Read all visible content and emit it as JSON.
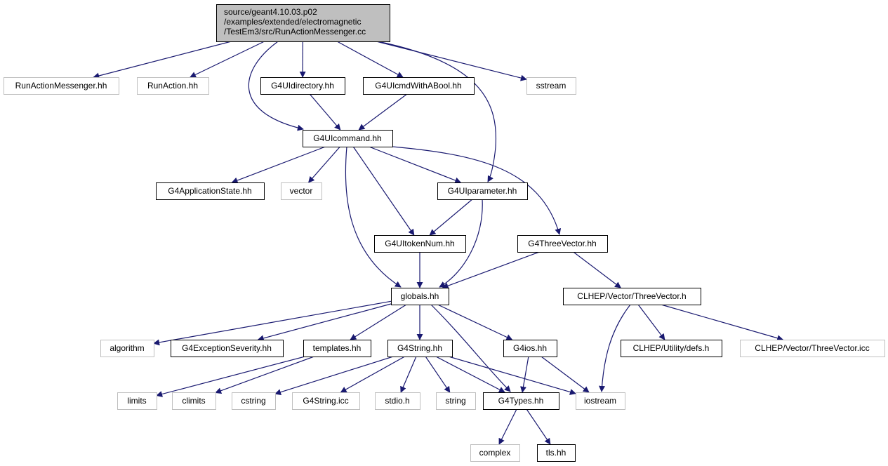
{
  "colors": {
    "edge": "#191970",
    "root_fill": "#bfbfbf",
    "documented_border": "#000000",
    "undocumented_border": "#bfbfbf",
    "text": "#000000"
  },
  "nodes": [
    {
      "id": "root",
      "lines": [
        "source/geant4.10.03.p02",
        "/examples/extended/electromagnetic",
        "/TestEm3/src/RunActionMessenger.cc"
      ],
      "kind": "root"
    },
    {
      "id": "runactionmessenger_hh",
      "lines": [
        "RunActionMessenger.hh"
      ],
      "kind": "external"
    },
    {
      "id": "runaction_hh",
      "lines": [
        "RunAction.hh"
      ],
      "kind": "external"
    },
    {
      "id": "g4uidirectory_hh",
      "lines": [
        "G4UIdirectory.hh"
      ],
      "kind": "documented"
    },
    {
      "id": "g4uicmdwithabool_hh",
      "lines": [
        "G4UIcmdWithABool.hh"
      ],
      "kind": "documented"
    },
    {
      "id": "sstream",
      "lines": [
        "sstream"
      ],
      "kind": "external"
    },
    {
      "id": "g4uicommand_hh",
      "lines": [
        "G4UIcommand.hh"
      ],
      "kind": "documented"
    },
    {
      "id": "g4applicationstate_hh",
      "lines": [
        "G4ApplicationState.hh"
      ],
      "kind": "documented"
    },
    {
      "id": "vector",
      "lines": [
        "vector"
      ],
      "kind": "external"
    },
    {
      "id": "g4uiparameter_hh",
      "lines": [
        "G4UIparameter.hh"
      ],
      "kind": "documented"
    },
    {
      "id": "g4uitokennum_hh",
      "lines": [
        "G4UItokenNum.hh"
      ],
      "kind": "documented"
    },
    {
      "id": "g4threevector_hh",
      "lines": [
        "G4ThreeVector.hh"
      ],
      "kind": "documented"
    },
    {
      "id": "globals_hh",
      "lines": [
        "globals.hh"
      ],
      "kind": "documented"
    },
    {
      "id": "clhep_threevector_h",
      "lines": [
        "CLHEP/Vector/ThreeVector.h"
      ],
      "kind": "documented"
    },
    {
      "id": "algorithm",
      "lines": [
        "algorithm"
      ],
      "kind": "external"
    },
    {
      "id": "g4exceptionseverity_hh",
      "lines": [
        "G4ExceptionSeverity.hh"
      ],
      "kind": "documented"
    },
    {
      "id": "templates_hh",
      "lines": [
        "templates.hh"
      ],
      "kind": "documented"
    },
    {
      "id": "g4string_hh",
      "lines": [
        "G4String.hh"
      ],
      "kind": "documented"
    },
    {
      "id": "g4ios_hh",
      "lines": [
        "G4ios.hh"
      ],
      "kind": "documented"
    },
    {
      "id": "clhep_defs_h",
      "lines": [
        "CLHEP/Utility/defs.h"
      ],
      "kind": "documented"
    },
    {
      "id": "clhep_threevector_icc",
      "lines": [
        "CLHEP/Vector/ThreeVector.icc"
      ],
      "kind": "external"
    },
    {
      "id": "limits",
      "lines": [
        "limits"
      ],
      "kind": "external"
    },
    {
      "id": "climits",
      "lines": [
        "climits"
      ],
      "kind": "external"
    },
    {
      "id": "cstring",
      "lines": [
        "cstring"
      ],
      "kind": "external"
    },
    {
      "id": "g4string_icc",
      "lines": [
        "G4String.icc"
      ],
      "kind": "external"
    },
    {
      "id": "stdio_h",
      "lines": [
        "stdio.h"
      ],
      "kind": "external"
    },
    {
      "id": "string",
      "lines": [
        "string"
      ],
      "kind": "external"
    },
    {
      "id": "g4types_hh",
      "lines": [
        "G4Types.hh"
      ],
      "kind": "documented"
    },
    {
      "id": "iostream",
      "lines": [
        "iostream"
      ],
      "kind": "external"
    },
    {
      "id": "complex",
      "lines": [
        "complex"
      ],
      "kind": "external"
    },
    {
      "id": "tls_hh",
      "lines": [
        "tls.hh"
      ],
      "kind": "documented"
    }
  ],
  "edges": [
    [
      "root",
      "runactionmessenger_hh"
    ],
    [
      "root",
      "runaction_hh"
    ],
    [
      "root",
      "g4uidirectory_hh"
    ],
    [
      "root",
      "g4uicmdwithabool_hh"
    ],
    [
      "root",
      "sstream"
    ],
    [
      "root",
      "g4uicommand_hh"
    ],
    [
      "root",
      "g4uiparameter_hh"
    ],
    [
      "g4uidirectory_hh",
      "g4uicommand_hh"
    ],
    [
      "g4uicmdwithabool_hh",
      "g4uicommand_hh"
    ],
    [
      "g4uicommand_hh",
      "g4applicationstate_hh"
    ],
    [
      "g4uicommand_hh",
      "vector"
    ],
    [
      "g4uicommand_hh",
      "g4uiparameter_hh"
    ],
    [
      "g4uicommand_hh",
      "g4uitokennum_hh"
    ],
    [
      "g4uicommand_hh",
      "g4threevector_hh"
    ],
    [
      "g4uicommand_hh",
      "globals_hh"
    ],
    [
      "g4uiparameter_hh",
      "g4uitokennum_hh"
    ],
    [
      "g4uiparameter_hh",
      "globals_hh"
    ],
    [
      "g4uitokennum_hh",
      "globals_hh"
    ],
    [
      "g4threevector_hh",
      "globals_hh"
    ],
    [
      "g4threevector_hh",
      "clhep_threevector_h"
    ],
    [
      "globals_hh",
      "algorithm"
    ],
    [
      "globals_hh",
      "g4exceptionseverity_hh"
    ],
    [
      "globals_hh",
      "templates_hh"
    ],
    [
      "globals_hh",
      "g4string_hh"
    ],
    [
      "globals_hh",
      "g4ios_hh"
    ],
    [
      "globals_hh",
      "g4types_hh"
    ],
    [
      "clhep_threevector_h",
      "iostream"
    ],
    [
      "clhep_threevector_h",
      "clhep_defs_h"
    ],
    [
      "clhep_threevector_h",
      "clhep_threevector_icc"
    ],
    [
      "templates_hh",
      "limits"
    ],
    [
      "templates_hh",
      "climits"
    ],
    [
      "g4string_hh",
      "cstring"
    ],
    [
      "g4string_hh",
      "g4string_icc"
    ],
    [
      "g4string_hh",
      "stdio_h"
    ],
    [
      "g4string_hh",
      "string"
    ],
    [
      "g4string_hh",
      "g4types_hh"
    ],
    [
      "g4string_hh",
      "iostream"
    ],
    [
      "g4ios_hh",
      "g4types_hh"
    ],
    [
      "g4ios_hh",
      "iostream"
    ],
    [
      "g4types_hh",
      "complex"
    ],
    [
      "g4types_hh",
      "tls_hh"
    ]
  ]
}
